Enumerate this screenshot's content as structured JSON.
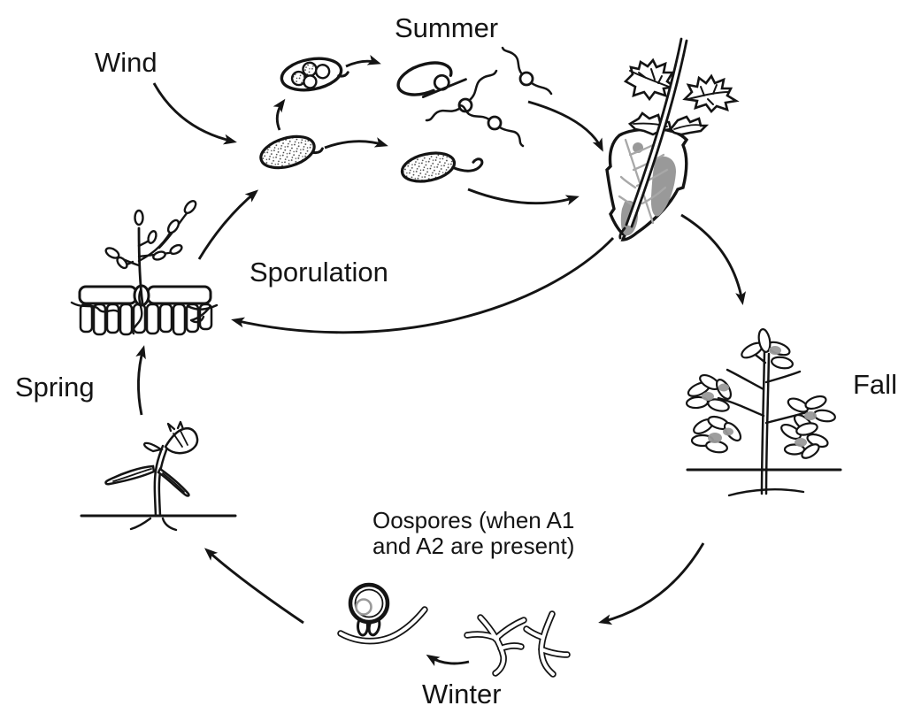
{
  "diagram": {
    "labels": {
      "wind": "Wind",
      "summer": "Summer",
      "sporulation": "Sporulation",
      "spring": "Spring",
      "fall": "Fall",
      "winter": "Winter",
      "oospores_line1": "Oospores (when A1",
      "oospores_line2": "and A2 are present)"
    },
    "colors": {
      "ink": "#141414",
      "lesion_gray": "#999999",
      "vein_gray": "#a8a8a8",
      "background": "#ffffff"
    },
    "icons": [
      "dispersed-sporangium",
      "sporangium-with-zoospores",
      "sporangium-releasing-zoospores",
      "zoospores",
      "germinating-sporangium",
      "infected-leaf",
      "sporulation-leaf-cross-section",
      "spring-seedling",
      "fall-plant",
      "oospore",
      "mating-hyphae"
    ]
  }
}
